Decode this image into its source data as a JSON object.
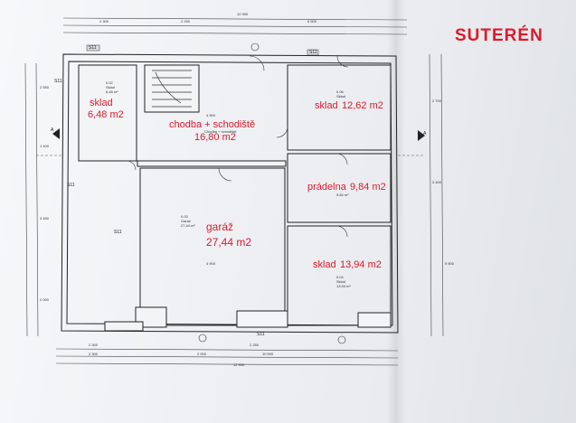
{
  "title": "SUTERÉN",
  "accent_color": "#e0182b",
  "rooms": [
    {
      "name": "sklad",
      "area": "6,48 m2",
      "num": "0.02",
      "label": "Sklad",
      "printed_area": "6,48 m²"
    },
    {
      "name": "chodba + schodiště",
      "area": "16,80 m2",
      "label": "Chodba + schodiště"
    },
    {
      "name": "sklad",
      "area": "12,62 m2",
      "num": "0.06",
      "label": "Sklad"
    },
    {
      "name": "prádelna",
      "area": "9,84 m2",
      "printed_area": "9,84 m²"
    },
    {
      "name": "garáž",
      "area": "27,44 m2",
      "num": "0.03",
      "label": "Garáž",
      "printed_area": "27,44 m²"
    },
    {
      "name": "sklad",
      "area": "13,94 m2",
      "num": "0.04",
      "label": "Sklad",
      "printed_area": "13,94 m²"
    }
  ],
  "dimensions": {
    "top_total": "12 900",
    "top_a": "2 300",
    "top_b": "2 250",
    "top_c": "6 500",
    "bottom_total": "12 900",
    "bottom_a": "2 300",
    "bottom_b": "2 000",
    "bottom_c": "2 250",
    "bottom_d": "10 500",
    "inner_a": "4 900",
    "inner_b": "4 900",
    "right_total": "9 500",
    "right_a": "2 700",
    "right_b": "3 400",
    "left_a": "2 550",
    "left_b": "1 400",
    "left_c": "3 450",
    "left_d": "2 000"
  },
  "tags": {
    "s11": "S11",
    "section_a": "A"
  }
}
